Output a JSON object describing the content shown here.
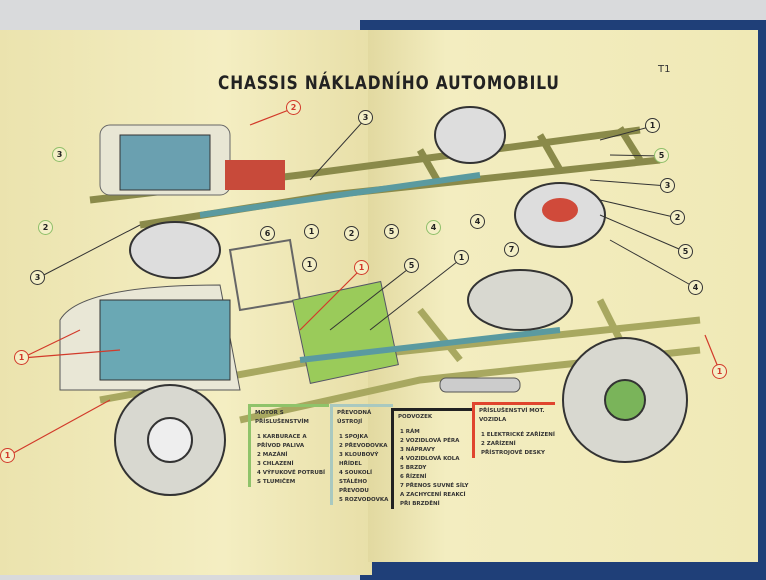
{
  "title": "CHASSIS NÁKLADNÍHO AUTOMOBILU",
  "page_tag": "T1",
  "callouts": [
    "2",
    "3",
    "2",
    "3",
    "6",
    "1",
    "2",
    "5",
    "4",
    "4",
    "7",
    "3",
    "1",
    "5",
    "3",
    "2",
    "5",
    "4",
    "1",
    "1",
    "5",
    "1",
    "1",
    "1",
    "1"
  ],
  "legend": [
    {
      "heading": "MOTOR S PŘÍSLUŠENSTVÍM",
      "color": "#8fc36a",
      "items": [
        "1 KARBURACE A PŘÍVOD PALIVA",
        "2 MAZÁNÍ",
        "3 CHLAZENÍ",
        "4 VÝFUKOVÉ POTRUBÍ S TLUMIČEM"
      ]
    },
    {
      "heading": "PŘEVODNÁ ÚSTROJÍ",
      "color": "#a9c9c0",
      "items": [
        "1 SPOJKA",
        "2 PŘEVODOVKA",
        "3 KLOUBOVÝ HŘÍDEL",
        "4 SOUKOLÍ STÁLÉHO PŘEVODU",
        "5 ROZVODOVKA"
      ]
    },
    {
      "heading": "PODVOZEK",
      "color": "#222222",
      "items": [
        "1 RÁM",
        "2 VOZIDLOVÁ PÉRA",
        "3 NÁPRAVY",
        "4 VOZIDLOVÁ KOLA",
        "5 BRZDY",
        "6 ŘÍZENÍ",
        "7 PŘENOS SUVNÉ SÍLY A ZACHYCENÍ REAKCÍ PŘI BRZDĚNÍ"
      ]
    },
    {
      "heading": "PŘÍSLUŠENSTVÍ MOT. VOZIDLA",
      "color": "#e0452e",
      "items": [
        "1 ELEKTRICKÉ ZAŘÍZENÍ",
        "2 ZAŘÍZENÍ PŘÍSTROJOVÉ DESKY"
      ]
    }
  ]
}
